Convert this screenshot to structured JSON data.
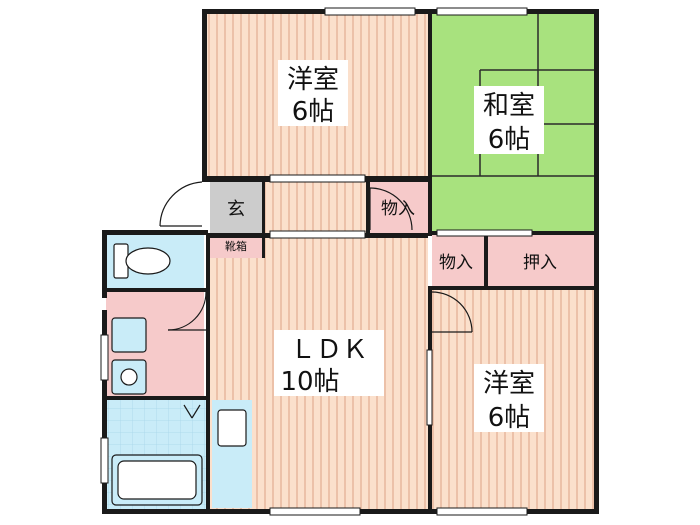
{
  "rooms": {
    "western_top": {
      "name": "洋室",
      "size": "6帖"
    },
    "japanese": {
      "name": "和室",
      "size": "6帖"
    },
    "western_bottom": {
      "name": "洋室",
      "size": "6帖"
    },
    "ldk": {
      "name": "ＬＤＫ",
      "size": "10帖"
    },
    "entrance": "玄",
    "shoe_box": "靴箱",
    "storage_a": "物入",
    "storage_b": "物入",
    "oshiire": "押入"
  },
  "colors": {
    "wood_base": "#fbe0cc",
    "wood_line": "#e6b49a",
    "tatami": "#a8e27e",
    "wet_area": "#c9ecf8",
    "wet_line": "#6fb6d6",
    "closet": "#f6caca",
    "gray": "#cccccc",
    "wall": "#1a1a1a"
  }
}
